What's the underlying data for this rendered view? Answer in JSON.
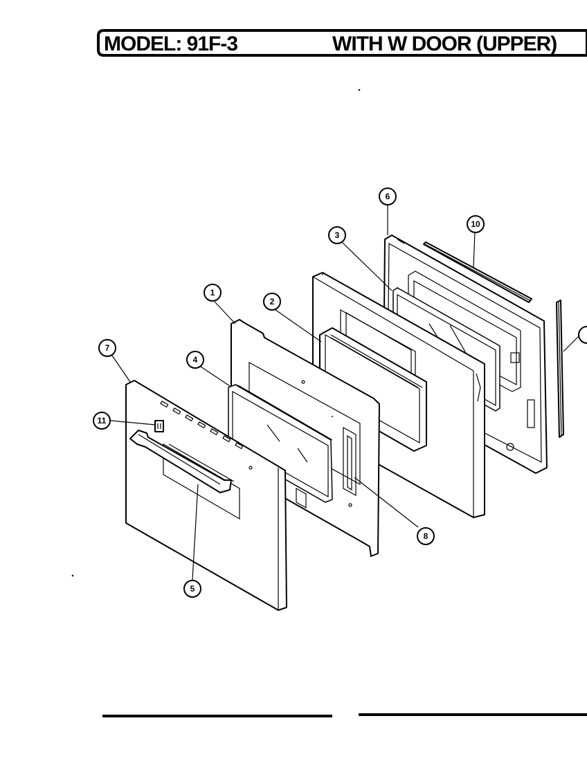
{
  "header": {
    "model_label": "MODEL: 91F-3",
    "section_label": "WITH W DOOR (UPPER)"
  },
  "callouts": [
    {
      "id": "c1",
      "label": "1"
    },
    {
      "id": "c2",
      "label": "2"
    },
    {
      "id": "c3",
      "label": "3"
    },
    {
      "id": "c4",
      "label": "4"
    },
    {
      "id": "c5",
      "label": "5"
    },
    {
      "id": "c6",
      "label": "6"
    },
    {
      "id": "c7",
      "label": "7"
    },
    {
      "id": "c8",
      "label": "8"
    },
    {
      "id": "c10",
      "label": "10"
    },
    {
      "id": "c11",
      "label": "11"
    }
  ]
}
